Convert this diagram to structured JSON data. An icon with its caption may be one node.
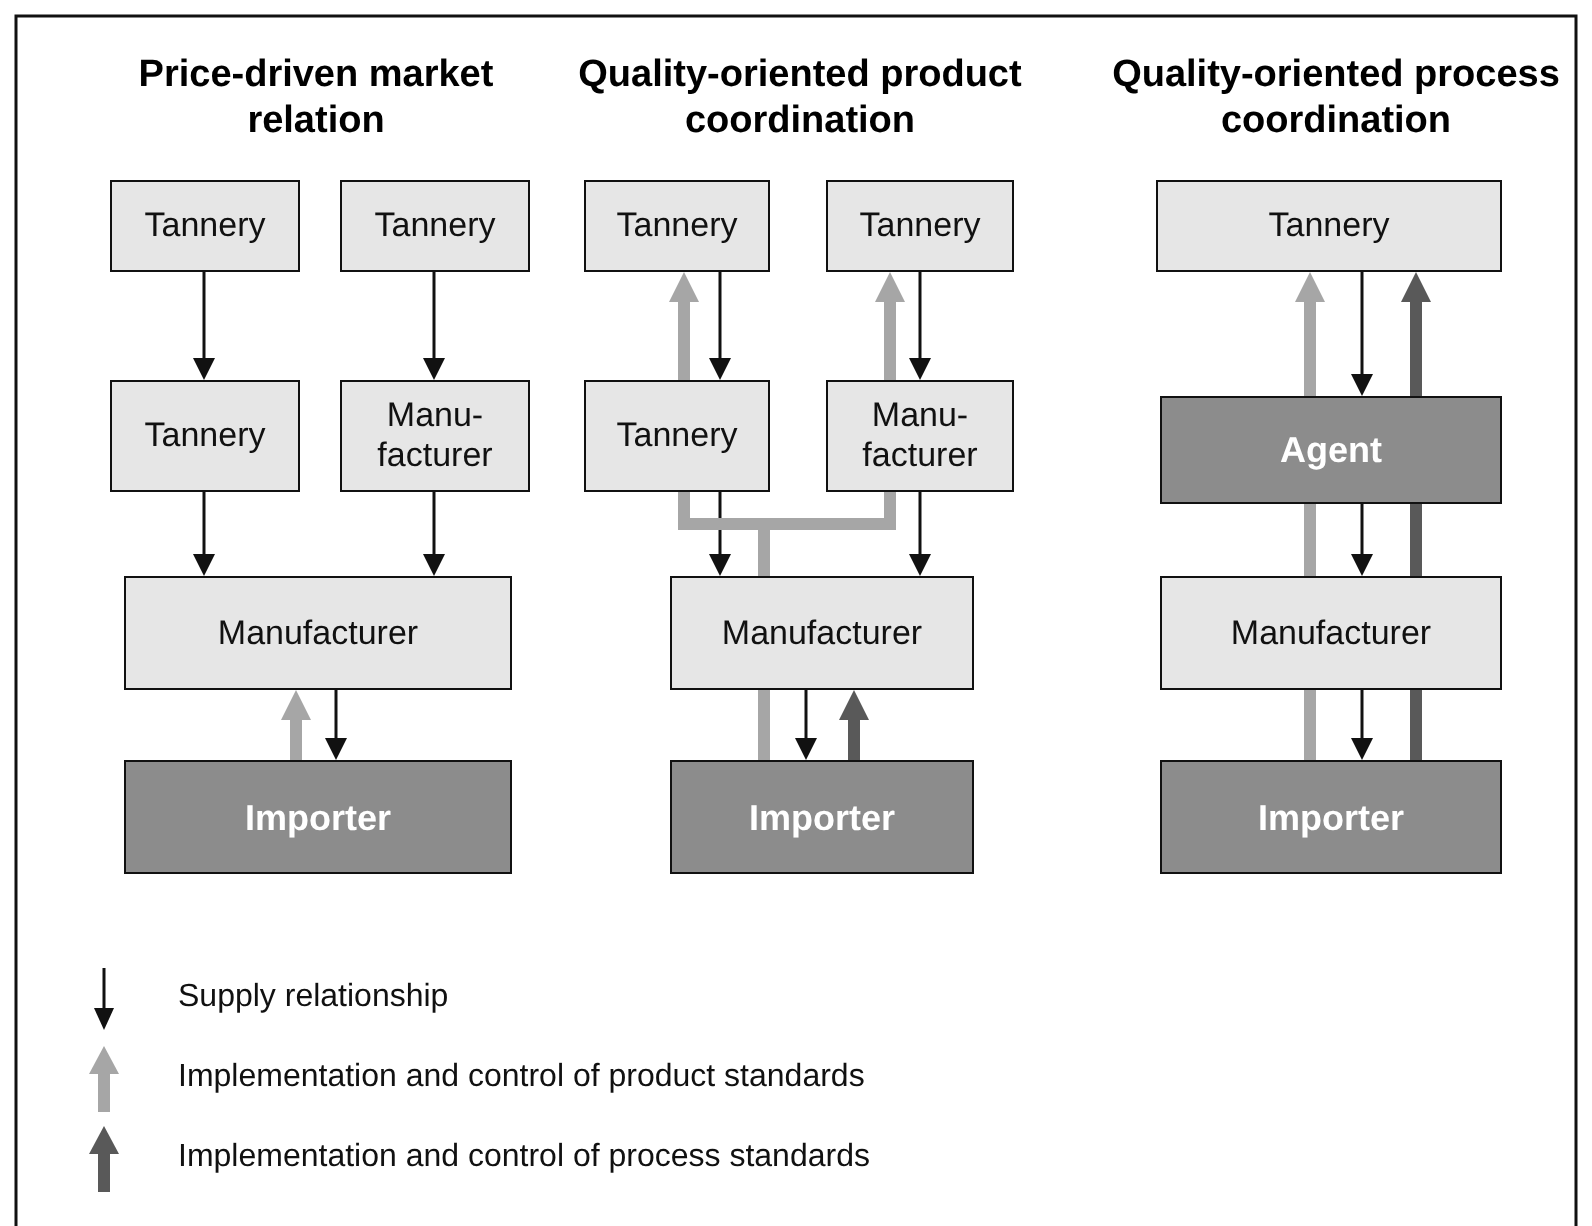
{
  "diagram": {
    "nodes": [
      {
        "text": [
          "Tannery"
        ]
      },
      {
        "text": [
          "Tannery"
        ]
      },
      {
        "text": [
          "Tannery"
        ]
      },
      {
        "text": [
          "Manu- facturer"
        ]
      },
      {
        "text": [
          "Manufacturer"
        ]
      },
      {
        "text": [
          "Importer"
        ]
      },
      {
        "text": [
          "Tannery"
        ]
      },
      {
        "text": [
          "Tannery"
        ]
      },
      {
        "text": [
          "Tannery"
        ]
      },
      {
        "text": [
          "Manu- facturer"
        ]
      },
      {
        "text": [
          "Manufacturer"
        ]
      },
      {
        "text": [
          "Importer"
        ]
      },
      {
        "text": [
          "Tannery"
        ]
      },
      {
        "text": [
          "Agent"
        ]
      },
      {
        "text": [
          "Manufacturer"
        ]
      },
      {
        "text": [
          "Importer"
        ]
      }
    ],
    "edges": [
      {
        "from": 0,
        "to": 2,
        "arrow": "to"
      },
      {
        "from": 1,
        "to": 3,
        "arrow": "to"
      },
      {
        "from": 2,
        "to": 4,
        "arrow": "to"
      },
      {
        "from": 3,
        "to": 4,
        "arrow": "to"
      },
      {
        "from": 4,
        "to": 5,
        "arrow": "to"
      },
      {
        "from": 5,
        "to": 4,
        "arrow": "to",
        "style": "thick",
        "color": "#a6a6a6"
      },
      {
        "from": 6,
        "to": 8,
        "arrow": "to"
      },
      {
        "from": 7,
        "to": 9,
        "arrow": "to"
      },
      {
        "from": 8,
        "to": 10,
        "arrow": "to"
      },
      {
        "from": 9,
        "to": 10,
        "arrow": "to"
      },
      {
        "from": 10,
        "to": 11,
        "arrow": "to"
      },
      {
        "from": 11,
        "to": 10,
        "arrow": "none",
        "style": "thick",
        "color": "#a6a6a6"
      },
      {
        "from": 10,
        "to": 8,
        "arrow": "none",
        "style": "thick",
        "color": "#a6a6a6"
      },
      {
        "from": 10,
        "to": 9,
        "arrow": "none",
        "style": "thick",
        "color": "#a6a6a6"
      },
      {
        "from": 8,
        "to": 6,
        "arrow": "to",
        "style": "thick",
        "color": "#a6a6a6"
      },
      {
        "from": 9,
        "to": 7,
        "arrow": "to",
        "style": "thick",
        "color": "#a6a6a6"
      },
      {
        "from": 11,
        "to": 10,
        "arrow": "to",
        "style": "thick",
        "color": "#595959"
      },
      {
        "from": 12,
        "to": 13,
        "arrow": "to"
      },
      {
        "from": 13,
        "to": 14,
        "arrow": "to"
      },
      {
        "from": 14,
        "to": 15,
        "arrow": "to"
      },
      {
        "from": 15,
        "to": 14,
        "arrow": "none",
        "style": "thick",
        "color": "#a6a6a6"
      },
      {
        "from": 14,
        "to": 13,
        "arrow": "none",
        "style": "thick",
        "color": "#a6a6a6"
      },
      {
        "from": 13,
        "to": 12,
        "arrow": "to",
        "style": "thick",
        "color": "#a6a6a6"
      },
      {
        "from": 15,
        "to": 14,
        "arrow": "none",
        "style": "thick",
        "color": "#595959"
      },
      {
        "from": 14,
        "to": 13,
        "arrow": "none",
        "style": "thick",
        "color": "#595959"
      },
      {
        "from": 13,
        "to": 12,
        "arrow": "to",
        "style": "thick",
        "color": "#595959"
      }
    ],
    "labels": [
      "Price-driven market relation",
      "Quality-oriented product coordination",
      "Quality-oriented process coordination"
    ],
    "legend": [
      {
        "text": "Supply relationship"
      },
      {
        "text": "Implementation and control of product standards"
      },
      {
        "text": "Implementation and control of process standards"
      }
    ]
  }
}
